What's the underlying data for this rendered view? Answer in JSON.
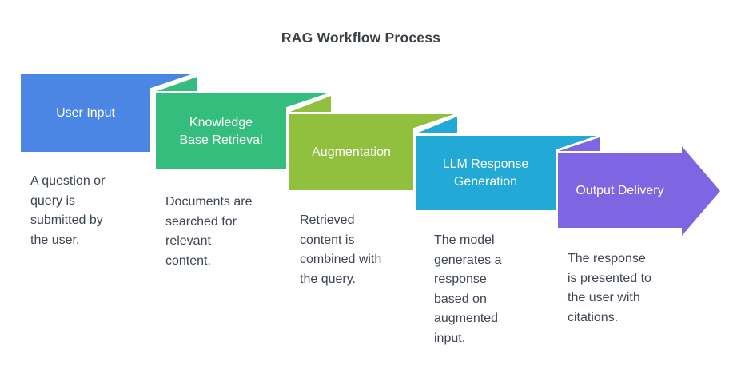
{
  "title": "RAG Workflow Process",
  "colors": {
    "background": "#ffffff",
    "title_text": "#3b4045",
    "description_text": "#3e4553",
    "label_text": "#ffffff"
  },
  "steps": [
    {
      "label": "User Input",
      "description": "A question or\nquery is\nsubmitted by\nthe user.",
      "color": "#4b86e5"
    },
    {
      "label": "Knowledge\nBase Retrieval",
      "description": "Documents are\nsearched for\nrelevant\ncontent.",
      "color": "#35bd7e"
    },
    {
      "label": "Augmentation",
      "description": "Retrieved\ncontent is\ncombined with\nthe query.",
      "color": "#90c03e"
    },
    {
      "label": "LLM Response\nGeneration",
      "description": "The model\ngenerates a\nresponse\nbased on\naugmented\ninput.",
      "color": "#22a9d6"
    },
    {
      "label": "Output Delivery",
      "description": "The response\nis presented to\nthe user with\ncitations.",
      "color": "#7e66e3"
    }
  ]
}
